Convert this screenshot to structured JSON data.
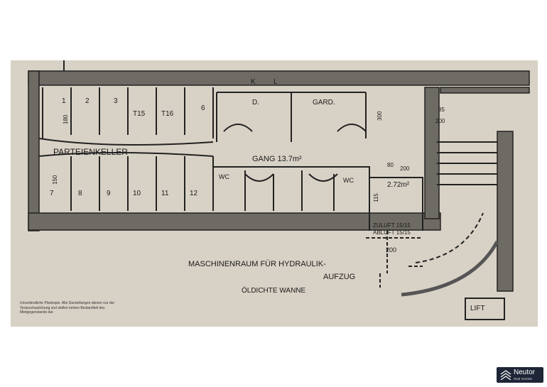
{
  "plan": {
    "top_labels": {
      "k": "K",
      "l": "L"
    },
    "storage_top": [
      "1",
      "2",
      "3",
      "T15",
      "T16",
      "6"
    ],
    "storage_bottom": [
      "7",
      "8",
      "9",
      "10",
      "11",
      "12"
    ],
    "dim_180": "180",
    "dim_150": "150",
    "parteienkeller": "PARTEIENKELLER",
    "room_d": "D.",
    "room_gard": "GARD.",
    "gang": "GANG 13.7m²",
    "wc1": "WC",
    "wc2": "WC",
    "dim_300": "300",
    "door_85": "85",
    "door_200": "200",
    "door_80": "80",
    "door_200b": "200",
    "room_272": "2.72m²",
    "dim_115": "115",
    "zuluft": "ZULUFT 15/15",
    "abluft": "ABLUFT 15/15",
    "dim_200": "200",
    "machine_line1": "MASCHINENRAUM FÜR HYDRAULIK-",
    "machine_line2": "AUFZUG",
    "machine_line3": "ÖLDICHTE       WANNE",
    "lift": "LIFT"
  },
  "disclaimer": "Unverbindliche Plankopie. Alle Darstellungen dienen nur der Veranschaulichung und stellen keinen Bestandteil des Mietgegenstands dar.",
  "logo": {
    "name": "Neutor",
    "subtitle": "Real Vertrieb"
  },
  "colors": {
    "paper": "#d8d2c6",
    "wall": "#6e6a64",
    "logo_bg": "#1d2536"
  }
}
